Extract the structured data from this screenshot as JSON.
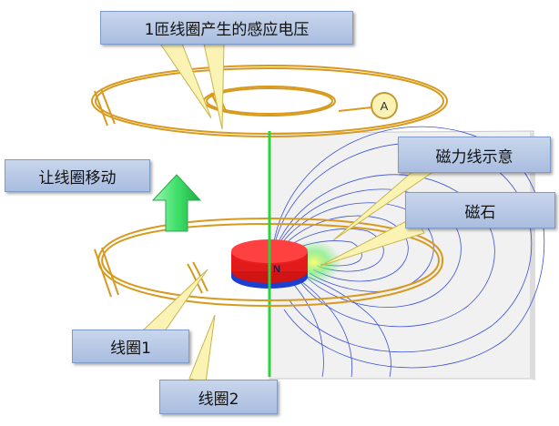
{
  "labels": {
    "induced_voltage": "1匝线圈产生的感应电压",
    "move_coil": "让线圈移动",
    "field_lines": "磁力线示意",
    "magnet": "磁石",
    "coil1": "线圈1",
    "coil2": "线圈2"
  },
  "meter_label": "A",
  "magnet_pole": "N",
  "colors": {
    "coil": "#d79a1e",
    "axis": "#2ad43a",
    "field_lines": "#3b50d8",
    "magnet_top": "#e41b1b",
    "magnet_bottom": "#1c3fd0",
    "arrow": "#3fe06a",
    "callout": "#fbf3b4"
  }
}
